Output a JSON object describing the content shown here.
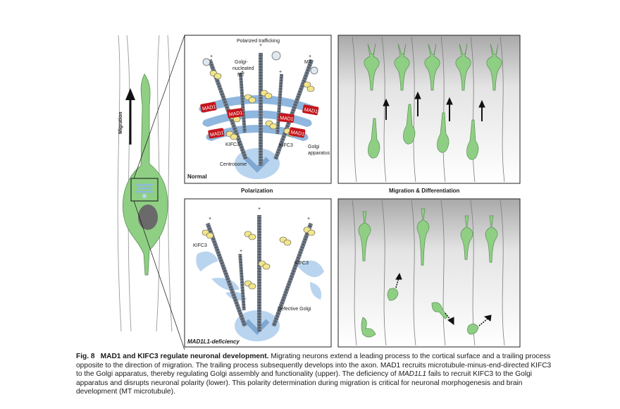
{
  "labels": {
    "migration": "Migration",
    "polarized_trafficking": "Polarized trafficking",
    "golgi_nucleated_mt": [
      "Golgi-",
      "nucleated",
      "MT"
    ],
    "mt": "MT",
    "mad1": "MAD1",
    "kifc3": "KIFC3",
    "golgi_apparatus": [
      "Golgi",
      "apparatus"
    ],
    "centrosome": "Centrosome",
    "normal": "Normal",
    "polarization": "Polarization",
    "migration_differentiation": "Migration & Differentiation",
    "mad1l1_deficiency": "MAD1L1-deficiency",
    "defective_golgi": "Defective Golgi",
    "plus": "+"
  },
  "caption": {
    "fig_label": "Fig. 8",
    "title": "MAD1 and KIFC3 regulate neuronal development.",
    "text_1": "Migrating neurons extend a leading process to the cortical surface and a trailing process opposite to the direction of migration. The trailing process subsequently develops into the axon. MAD1 recruits microtubule-minus-end-directed KIFC3 to the Golgi apparatus, thereby regulating Golgi assembly and functionality (upper). The deficiency of ",
    "gene": "MAD1L1",
    "text_2": " fails to recruit KIFC3 to the Golgi apparatus and disrupts neuronal polarity (lower). This polarity determination during migration is critical for neuronal morphogenesis and brain development (MT microtubule)."
  },
  "colors": {
    "neuron_green": "#8fcf84",
    "mad1_red": "#c4161c",
    "golgi_blue": "#8fb7df",
    "centrosome_blue": "#b9d4ee",
    "kifc3_yellow": "#f2e58a",
    "mt_gray": "#5b6470"
  }
}
